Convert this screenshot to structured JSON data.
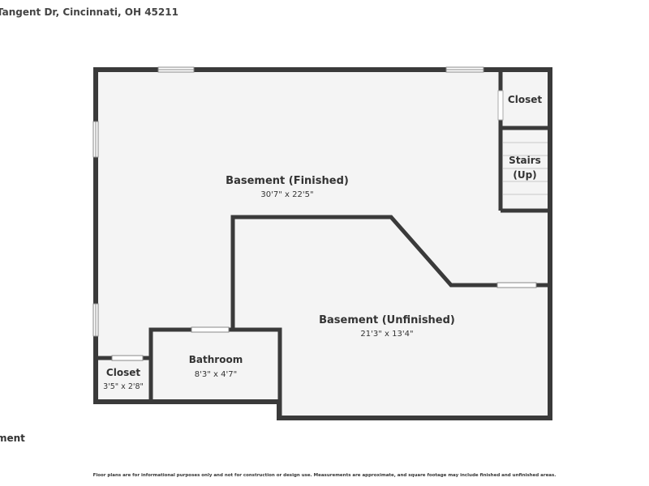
{
  "header": {
    "address": "Tangent Dr, Cincinnati, OH 45211"
  },
  "floor": {
    "label": "ment"
  },
  "footer": {
    "disclaimer": "Floor plans are for informational purposes only and not for construction or design use. Measurements are approximate, and square footage may include finished and unfinished areas."
  },
  "rooms": {
    "basement_finished": {
      "name": "Basement (Finished)",
      "dims": "30'7\" x 22'5\""
    },
    "basement_unfinished": {
      "name": "Basement (Unfinished)",
      "dims": "21'3\" x 13'4\""
    },
    "closet_top": {
      "name": "Closet"
    },
    "stairs": {
      "name_line1": "Stairs",
      "name_line2": "(Up)"
    },
    "bathroom": {
      "name": "Bathroom",
      "dims": "8'3\" x 4'7\""
    },
    "closet_bottom": {
      "name": "Closet",
      "dims": "3'5\" x 2'8\""
    }
  },
  "colors": {
    "wall": "#3a3a3a",
    "floor": "#f4f4f4",
    "window": "#ffffff"
  }
}
